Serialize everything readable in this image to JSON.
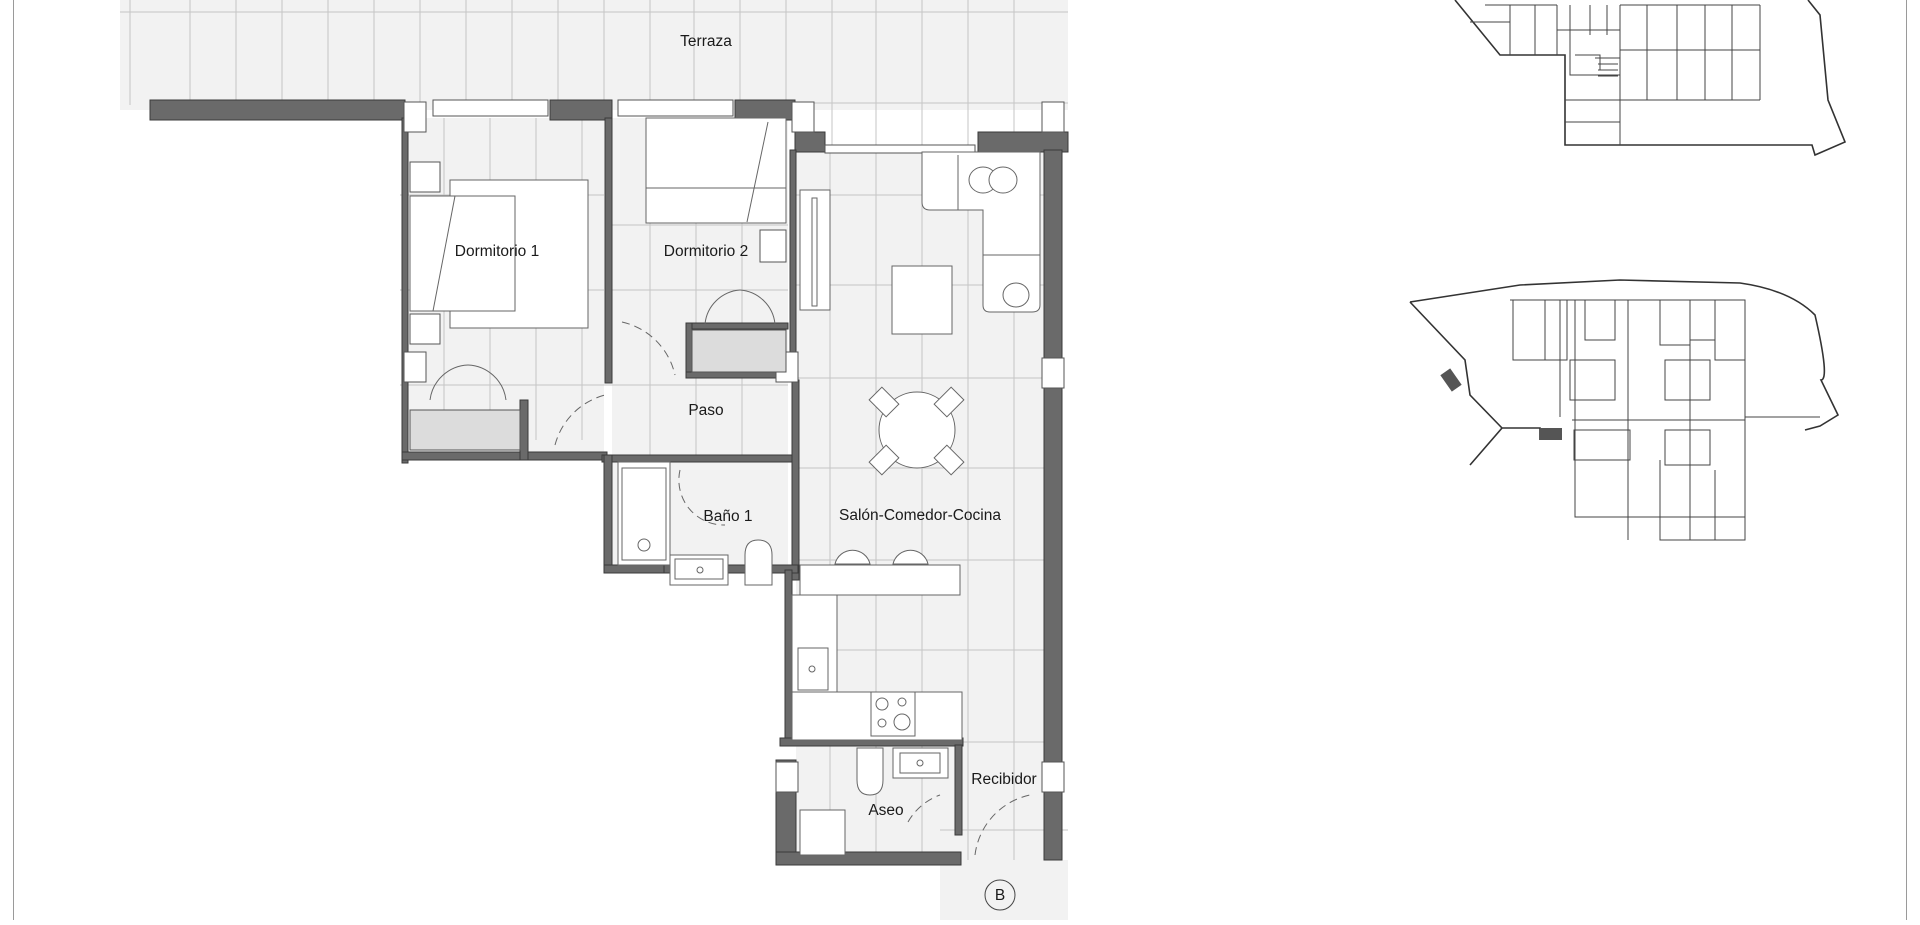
{
  "plan": {
    "type": "apartment-floor-plan",
    "marker": "B",
    "rooms": [
      {
        "id": "terraza",
        "label": "Terraza"
      },
      {
        "id": "dormitorio-1",
        "label": "Dormitorio 1"
      },
      {
        "id": "dormitorio-2",
        "label": "Dormitorio 2"
      },
      {
        "id": "paso",
        "label": "Paso"
      },
      {
        "id": "bano-1",
        "label": "Baño 1"
      },
      {
        "id": "salon-comedor-cocina",
        "label": "Salón-Comedor-Cocina"
      },
      {
        "id": "aseo",
        "label": "Aseo"
      },
      {
        "id": "recibidor",
        "label": "Recibidor"
      }
    ]
  },
  "key_plans": [
    {
      "id": "key-plan-upper",
      "description": "building floor outline (partial, top)"
    },
    {
      "id": "key-plan-lower",
      "description": "building floor layout with four units around core"
    }
  ],
  "colors": {
    "wall": "#6a6a6a",
    "floor": "#f2f2f2",
    "grid": "#c4c4c4",
    "frame": "#9a9a9a"
  }
}
